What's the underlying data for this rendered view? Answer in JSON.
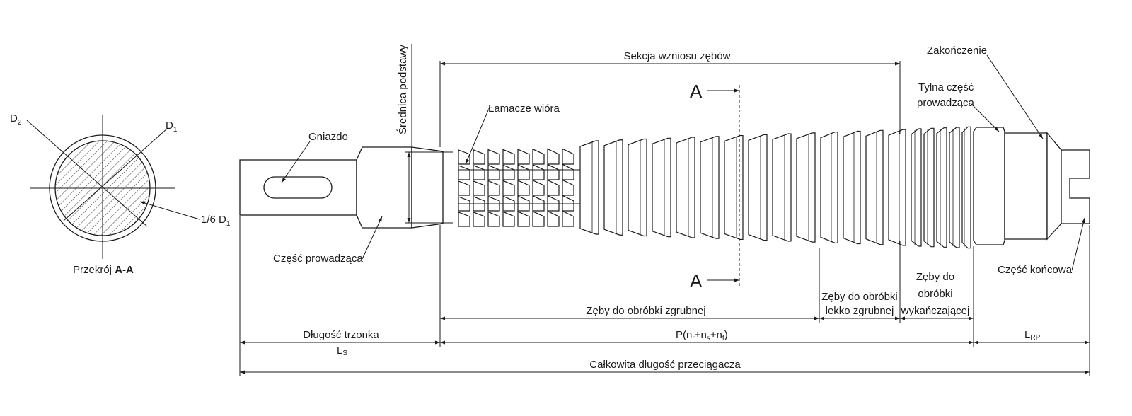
{
  "section_view": {
    "title_prefix": "Przekrój ",
    "title_bold": "A-A",
    "d2_label": "D",
    "d2_sub": "2",
    "d1_label": "D",
    "d1_sub": "1",
    "sixth_label": "1/6 D",
    "sixth_sub": "1"
  },
  "broach": {
    "socket_label": "Gniazdo",
    "pilot_label": "Część prowadząca",
    "root_diameter_label": "Średnica podstawy",
    "chip_breakers_label": "Łamacze wióra",
    "tooth_rise_section_label": "Sekcja wzniosu zębów",
    "section_marker": "A",
    "end_label": "Zakończenie",
    "rear_pilot_label_line1": "Tylna część",
    "rear_pilot_label_line2": "prowadząca",
    "end_part_label": "Część końcowa"
  },
  "dimensions": {
    "roughing_teeth": "Zęby do obróbki zgrubnej",
    "semi_finishing_line1": "Zęby do obróbki",
    "semi_finishing_line2": "lekko zgrubnej",
    "finishing_line1": "Zęby do",
    "finishing_line2": "obróbki",
    "finishing_line3": "wykańczającej",
    "shank_length": "Długość trzonka",
    "ls_main": "L",
    "ls_sub": "S",
    "pitch_p": "P(n",
    "pitch_r": "r",
    "pitch_plus1": "+n",
    "pitch_s": "s",
    "pitch_plus2": "+n",
    "pitch_f": "f",
    "pitch_close": ")",
    "lrp_main": "L",
    "lrp_sub": "RP",
    "total_length": "Całkowita długość przeciągacza"
  }
}
